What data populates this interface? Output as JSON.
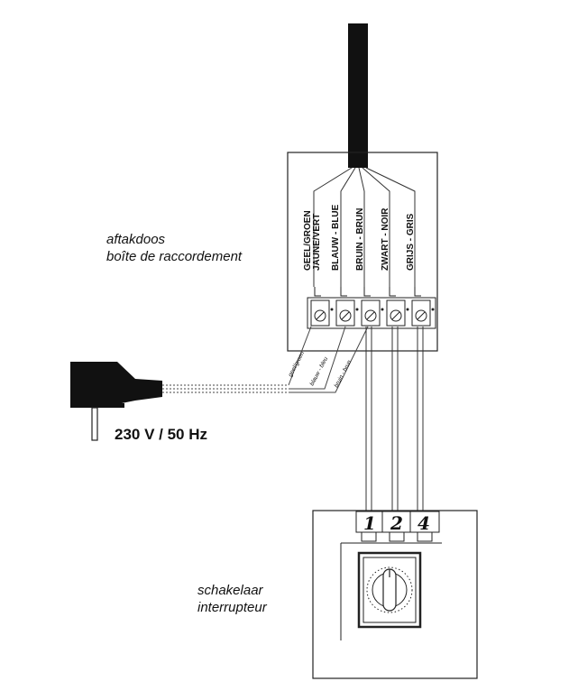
{
  "junction_box": {
    "label_nl": "aftakdoos",
    "label_fr": "boîte de raccordement",
    "wires": [
      {
        "line1": "GEEL/GROEN",
        "line2": "JAUNE/VERT"
      },
      {
        "line1": "BLAUW - BLUE",
        "line2": ""
      },
      {
        "line1": "BRUIN - BRUN",
        "line2": ""
      },
      {
        "line1": "ZWART - NOIR",
        "line2": ""
      },
      {
        "line1": "GRIJS - GRIS",
        "line2": ""
      }
    ]
  },
  "supply": {
    "voltage_label": "230 V / 50 Hz",
    "cord_wires": [
      "geel/groen",
      "blauw - bleu",
      "bruin - brun"
    ]
  },
  "switch": {
    "label_nl": "schakelaar",
    "label_fr": "interrupteur",
    "terminals": [
      "1",
      "2",
      "4"
    ]
  }
}
